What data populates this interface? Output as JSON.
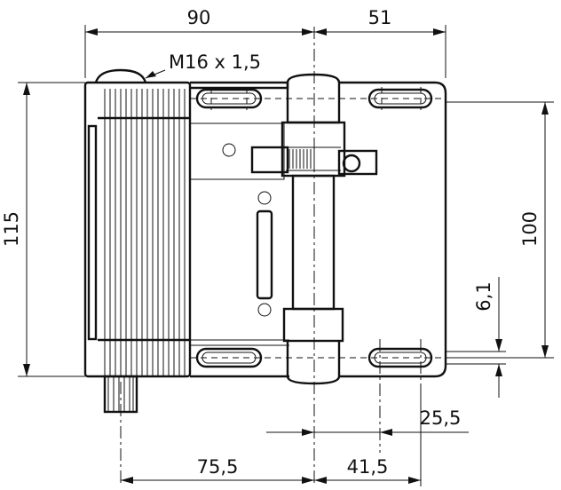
{
  "drawing": {
    "dimensions": {
      "top_left_width": "90",
      "top_right_width": "51",
      "thread": "M16 x 1,5",
      "left_height": "115",
      "right_height": "100",
      "slot_spacing": "6,1",
      "slot_offset": "25,5",
      "bottom_left": "75,5",
      "bottom_right": "41,5"
    }
  }
}
